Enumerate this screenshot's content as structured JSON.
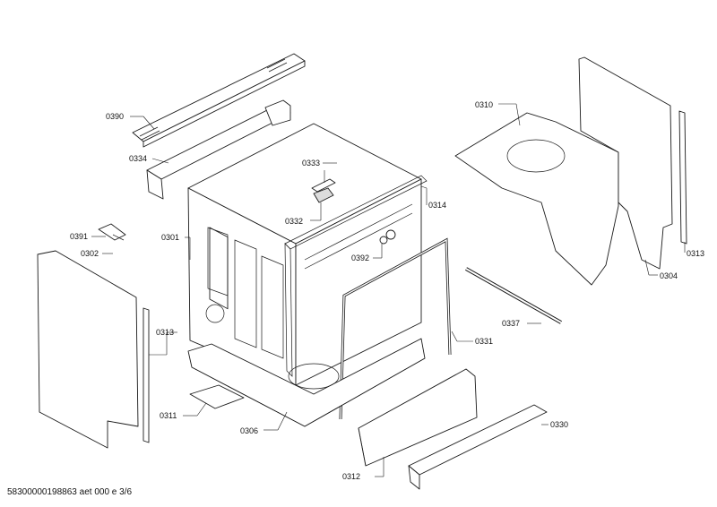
{
  "diagram": {
    "labels": {
      "p0390": "0390",
      "p0334": "0334",
      "p0333": "0333",
      "p0332": "0332",
      "p0391": "0391",
      "p0301": "0301",
      "p0302": "0302",
      "p0313a": "0313",
      "p0311": "0311",
      "p0306": "0306",
      "p0392": "0392",
      "p0314": "0314",
      "p0310": "0310",
      "p0304": "0304",
      "p0313b": "0313",
      "p0337": "0337",
      "p0331": "0331",
      "p0312": "0312",
      "p0330": "0330"
    }
  },
  "footer": {
    "text": "58300000198863 aet 000 e 3/6"
  }
}
